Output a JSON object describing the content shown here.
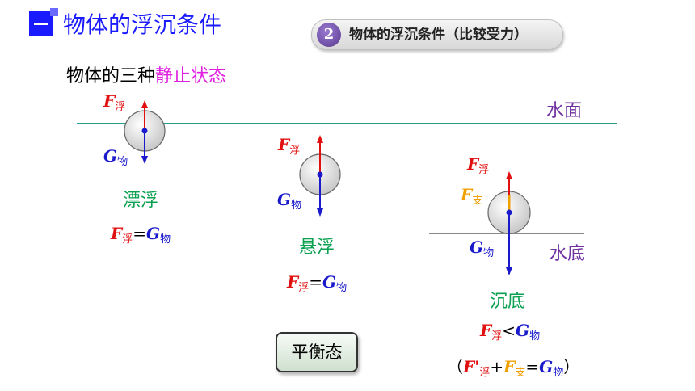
{
  "header": {
    "title": "物体的浮沉条件"
  },
  "section": {
    "number": "2",
    "label": "物体的浮沉条件（比较受力）"
  },
  "intro": {
    "prefix": "物体的三种",
    "highlight": "静止状态"
  },
  "surface_label": "水面",
  "bottom_label": "水底",
  "force_symbols": {
    "F": "F",
    "G": "G",
    "buoyant_sub": "浮",
    "object_sub": "物",
    "support_sub": "支",
    "prime": "'"
  },
  "states": [
    {
      "name": "漂浮",
      "relation": "="
    },
    {
      "name": "悬浮",
      "relation": "="
    },
    {
      "name": "沉底",
      "relation": "<"
    }
  ],
  "sink_detail": {
    "open": "（",
    "plus": "+",
    "equals": "=",
    "close": "）"
  },
  "balance_button": "平衡态",
  "colors": {
    "water_line": "#2a9a8a",
    "bottom_line": "#8a8a8a",
    "buoyant": "#e01010",
    "gravity": "#1a1acc",
    "support": "#f0a000",
    "state_name": "#0aa050",
    "surface_label": "#7030a0",
    "header": "#1a1aff"
  }
}
